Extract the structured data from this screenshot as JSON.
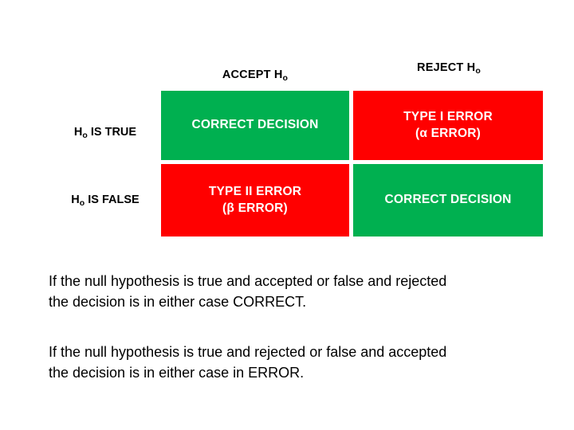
{
  "colors": {
    "green": "#00B050",
    "red": "#FF0000",
    "cell_text": "#FFFFFF",
    "label_text": "#000000",
    "background": "#FFFFFF"
  },
  "matrix": {
    "column_headers": [
      {
        "main": "ACCEPT H",
        "sub": "o"
      },
      {
        "main": "REJECT H",
        "sub": "o"
      }
    ],
    "row_headers": [
      {
        "main_before": "H",
        "sub": "o",
        "main_after": " IS TRUE"
      },
      {
        "main_before": "H",
        "sub": "o",
        "main_after": " IS FALSE"
      }
    ],
    "cells": [
      [
        {
          "lines": [
            "CORRECT DECISION"
          ],
          "fill": "#00B050",
          "outcome": "correct-decision"
        },
        {
          "lines": [
            "TYPE I ERROR",
            "(α ERROR)"
          ],
          "fill": "#FF0000",
          "outcome": "type-i-error"
        }
      ],
      [
        {
          "lines": [
            "TYPE II ERROR",
            "(β ERROR)"
          ],
          "fill": "#FF0000",
          "outcome": "type-ii-error"
        },
        {
          "lines": [
            "CORRECT DECISION"
          ],
          "fill": "#00B050",
          "outcome": "correct-decision"
        }
      ]
    ]
  },
  "paragraphs": [
    {
      "lines": [
        "If the null hypothesis is true and accepted or false and rejected",
        "the decision is in either case CORRECT."
      ]
    },
    {
      "lines": [
        "If the null hypothesis is true and rejected or false and accepted",
        "the decision is in either case in ERROR."
      ]
    }
  ]
}
